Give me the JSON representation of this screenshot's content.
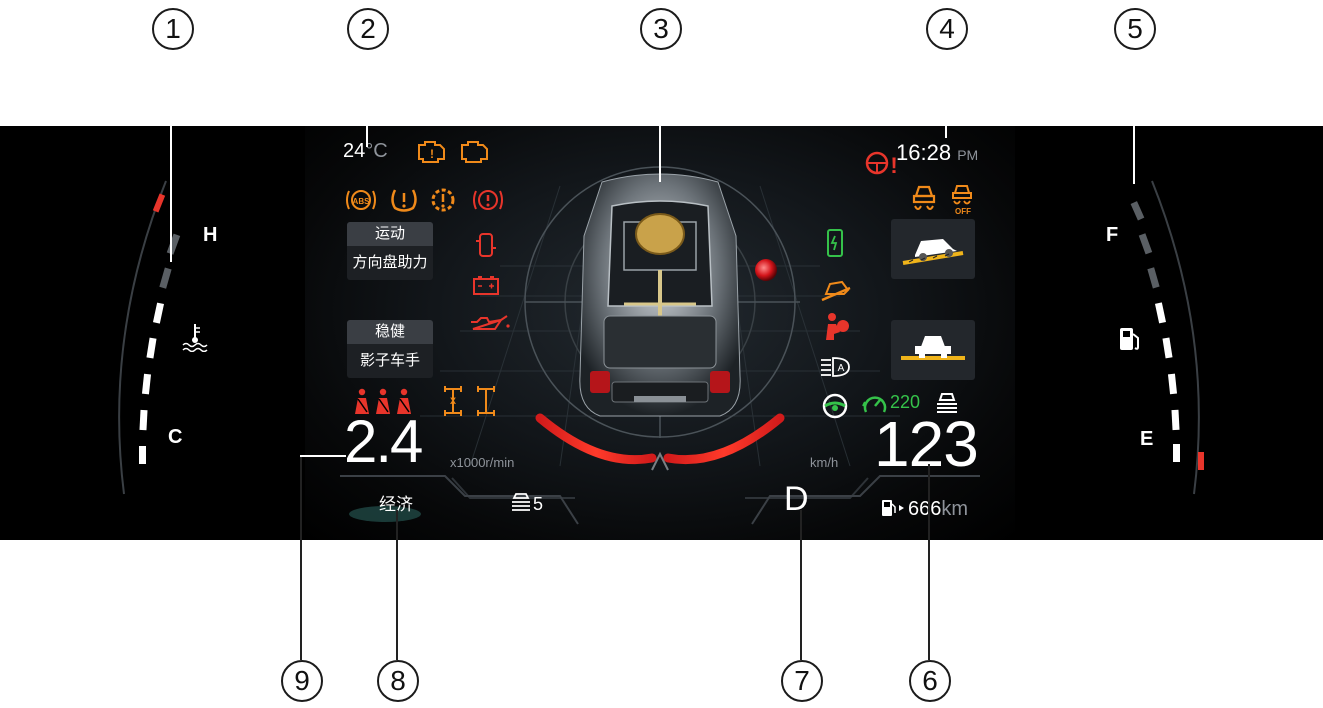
{
  "callouts": [
    "1",
    "2",
    "3",
    "4",
    "5",
    "6",
    "7",
    "8",
    "9"
  ],
  "coolant": {
    "hot_label": "H",
    "cold_label": "C",
    "icon": "coolant-temperature-icon"
  },
  "fuel": {
    "full_label": "F",
    "empty_label": "E",
    "icon": "fuel-pump-icon"
  },
  "temperature": {
    "value": "24",
    "unit": "°C"
  },
  "clock": {
    "time": "16:28",
    "meridiem": "PM"
  },
  "modes": {
    "power_steering": {
      "title": "运动",
      "label": "方向盘助力"
    },
    "sound": {
      "title": "稳健",
      "label": "影子车手"
    }
  },
  "rpm": {
    "value": "2.4",
    "unit": "x1000r/min"
  },
  "speed": {
    "value": "123",
    "unit": "km/h"
  },
  "drive_mode": "经济",
  "gear_level": "5",
  "gear": "D",
  "range": {
    "value": "666",
    "unit": "km"
  },
  "speed_limit": "220",
  "colors": {
    "warning_orange": "#f08a1a",
    "warning_red": "#e8352b",
    "indicator_green": "#35c24a",
    "background": "#000000"
  },
  "icons": [
    "engine-warning-icon",
    "check-engine-icon",
    "steering-fault-icon",
    "abs-icon",
    "tire-pressure-icon",
    "transmission-fault-icon",
    "brake-warning-icon",
    "door-open-icon",
    "battery-icon",
    "oil-pressure-icon",
    "seatbelt-icon",
    "diff-lock-icon",
    "phone-charging-icon",
    "hill-descent-icon",
    "airbag-icon",
    "auto-headlight-icon",
    "lane-assist-icon",
    "cruise-control-icon",
    "stability-control-icon",
    "stability-off-icon",
    "hill-hold-icon",
    "low-gear-icon"
  ]
}
